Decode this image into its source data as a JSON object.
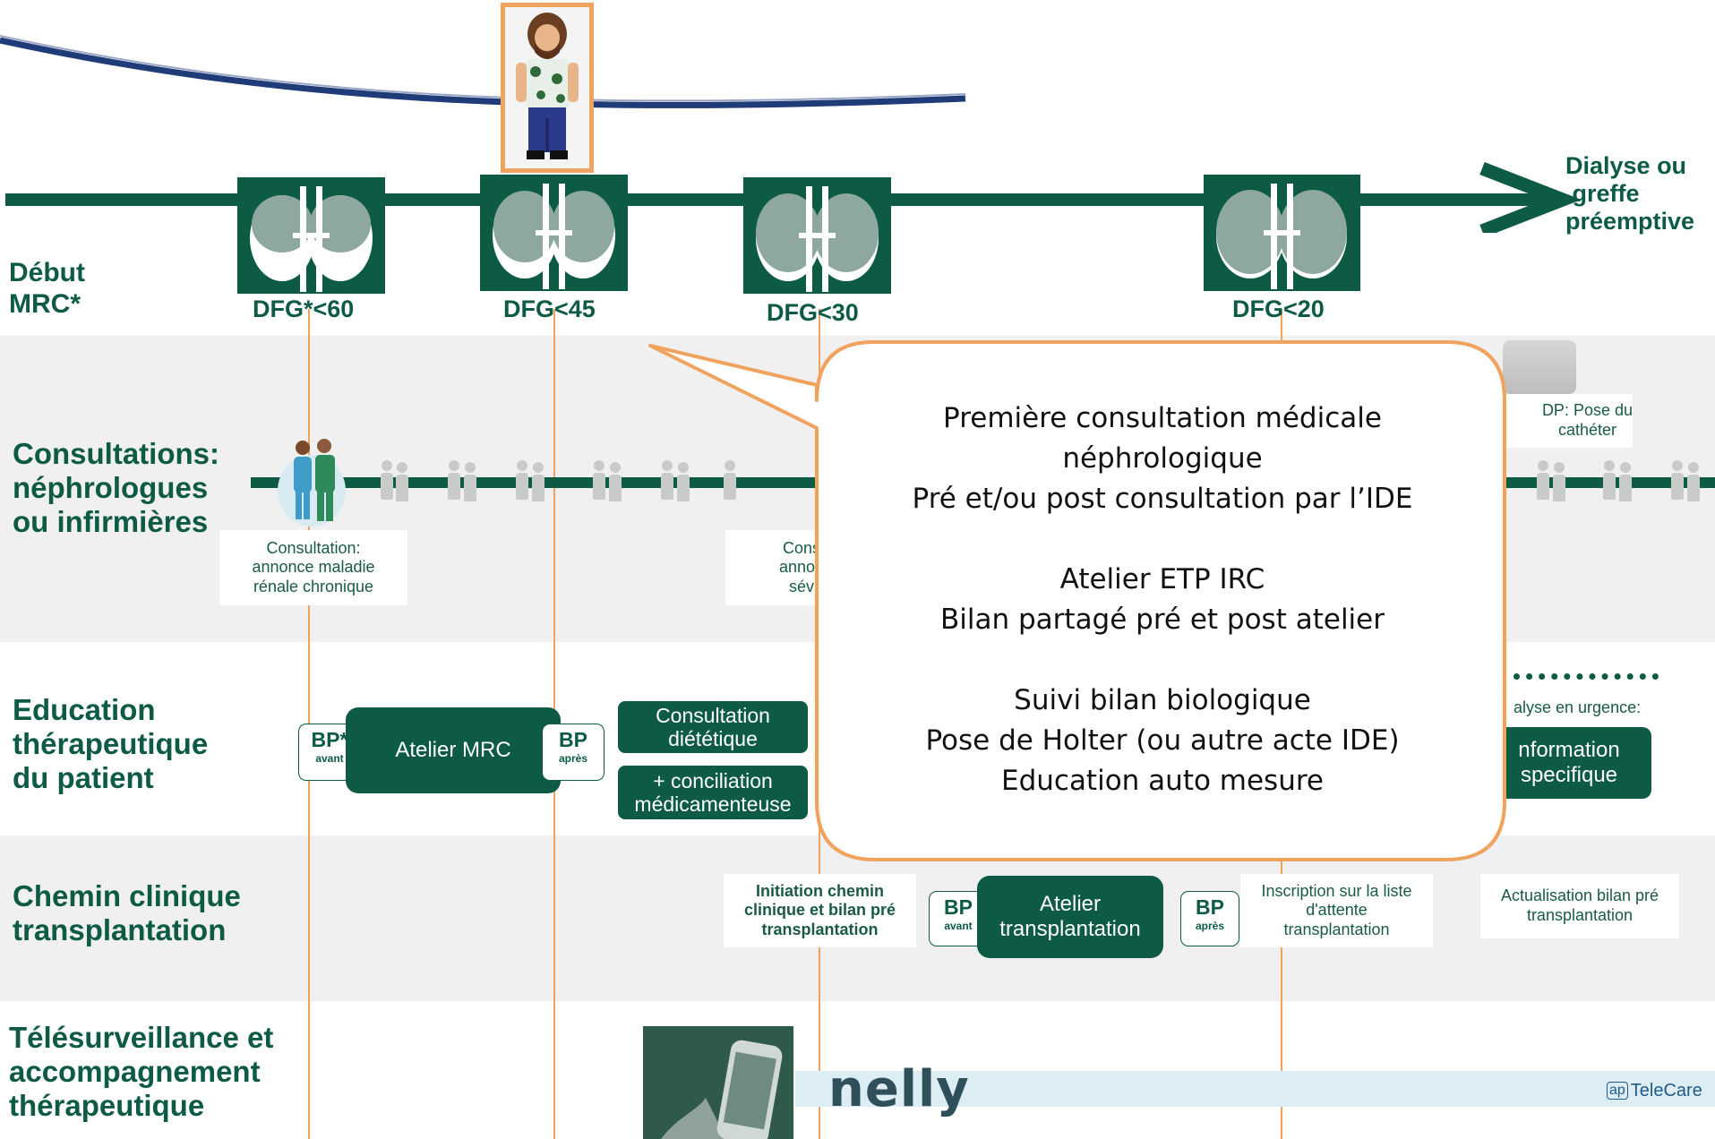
{
  "timeline": {
    "start_label": "Début\nMRC*",
    "end_label": "Dialyse ou\n greffe\npréemptive",
    "stages": [
      "DFG*<60",
      "DFG<45",
      "DFG<30",
      "DFG<20"
    ]
  },
  "rows": {
    "consultations": "Consultations:\nnéphrologues\nou infirmières",
    "education": "Education\nthérapeutique\ndu patient",
    "chemin": "Chemin clinique\ntransplantation",
    "telesurveillance": "Télésurveillance et\naccompagnement\nthérapeutique"
  },
  "consult_notes": {
    "annonce": "Consultation:\nannonce maladie\nrénale chronique",
    "annonce2": "Cons\nannon\nsév",
    "dp": "DP: Pose du\ncathéter"
  },
  "education": {
    "bp_star": "BP*",
    "avant": "avant",
    "apres": "après",
    "bp": "BP",
    "atelier_mrc": "Atelier MRC",
    "consultation_dietetique": "Consultation\ndiététique",
    "conciliation": "+ conciliation\nmédicamenteuse",
    "dialyse_urgence": "alyse en urgence:",
    "information": "nformation\nspecifique"
  },
  "chemin": {
    "initiation": "Initiation chemin\nclinique et bilan pré\ntransplantation",
    "atelier": "Atelier\ntransplantation",
    "inscription": "Inscription sur la liste\nd'attente\ntransplantation",
    "actualisation": "Actualisation bilan pré\ntransplantation"
  },
  "tele": {
    "nelly": "nelly",
    "telecare": "TeleCare",
    "ap": "ap"
  },
  "callout": {
    "p1": "Première consultation médicale\nnéphrologique\nPré et/ou post consultation par l’IDE",
    "p2": "Atelier ETP IRC\nBilan partagé pré et post atelier",
    "p3": "Suivi bilan biologique\nPose de Holter (ou autre acte IDE)\nEducation auto mesure"
  },
  "colors": {
    "green": "#0d5a45",
    "orange": "#f0a35f",
    "light_blue": "#dcedf3",
    "band": "#f0f0f0"
  }
}
